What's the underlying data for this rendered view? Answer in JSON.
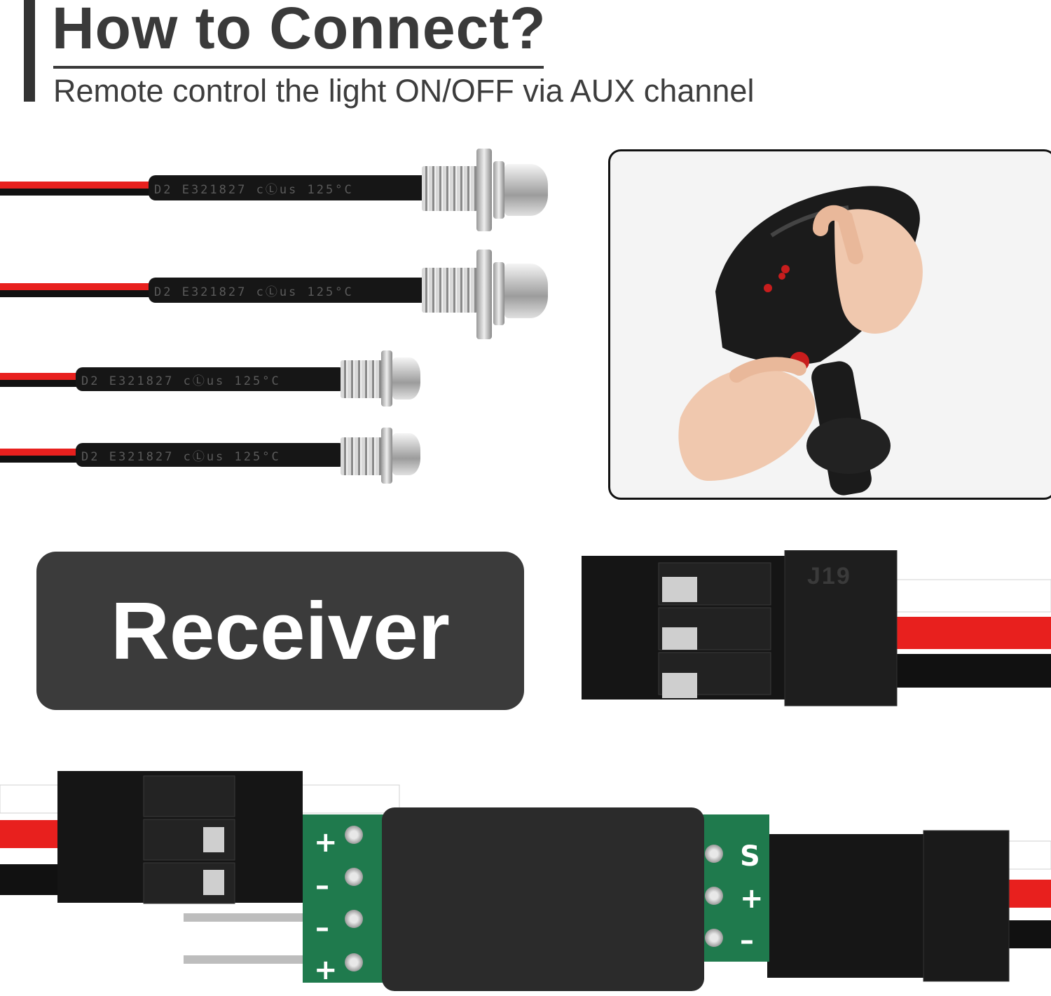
{
  "header": {
    "title": "How to Connect?",
    "subtitle": "Remote control the light ON/OFF via AUX channel"
  },
  "led_sleeve_text": "D2  E321827  cⓁus  125°C",
  "receiver_label": "Receiver",
  "connector_label": "J19",
  "pcb": {
    "left_signs": [
      "+",
      "–",
      "–",
      "+"
    ],
    "right_signs": [
      "S",
      "+",
      "–"
    ]
  },
  "colors": {
    "title": "#3a3a3a",
    "badge": "#3b3b3b",
    "wire_red": "#e8201e",
    "wire_black": "#111111",
    "pcb_green": "#1f7a4d"
  }
}
